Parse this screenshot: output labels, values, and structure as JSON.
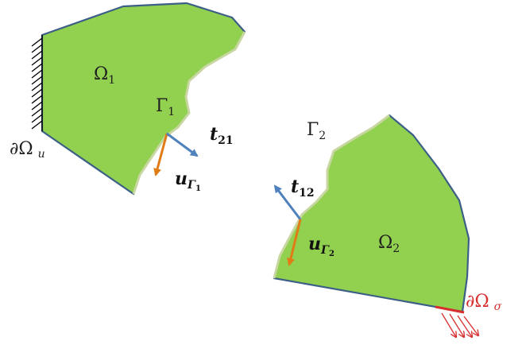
{
  "colors": {
    "domain_fill": "#92d050",
    "domain_stroke": "#3b5f86",
    "arrow_orange": "#e07b15",
    "arrow_blue": "#4f81bd",
    "boundary_red": "#d82e2e",
    "hatch": "#000000"
  },
  "labels": {
    "omega1": {
      "base": "Ω",
      "sub": "1"
    },
    "omega2": {
      "base": "Ω",
      "sub": "2"
    },
    "gamma1": {
      "base": "Γ",
      "sub": "1"
    },
    "gamma2": {
      "base": "Γ",
      "sub": "2"
    },
    "t21": {
      "base": "t",
      "sub": "21"
    },
    "t12": {
      "base": "t",
      "sub": "12"
    },
    "u_gamma1": {
      "base": "u",
      "sub": "Γ",
      "subsub": "1"
    },
    "u_gamma2": {
      "base": "u",
      "sub": "Γ",
      "subsub": "2"
    },
    "boundary_u": {
      "base": "∂Ω",
      "sub": "u"
    },
    "boundary_sigma": {
      "base": "∂Ω",
      "sub": "σ"
    }
  }
}
